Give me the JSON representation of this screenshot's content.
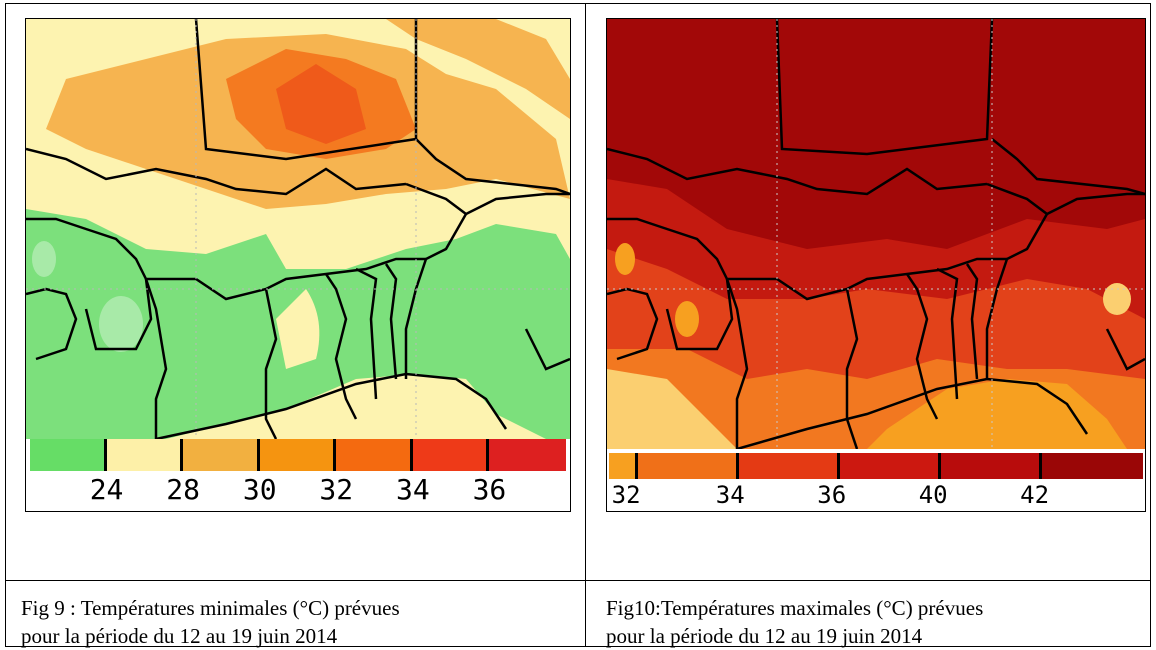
{
  "figures": [
    {
      "caption_line1": "Fig 9 : Températures minimales (°C)  prévues",
      "caption_line2": "pour la période du 12 au 19 juin 2014",
      "legend": {
        "colors": [
          "#66dd66",
          "#fdf0a8",
          "#f2b040",
          "#f59410",
          "#f46a10",
          "#ee3a18",
          "#dd2020"
        ],
        "labels": [
          "24",
          "28",
          "30",
          "32",
          "34",
          "36"
        ]
      },
      "palette": {
        "green": "#7ce07c",
        "light_green": "#a8eaa8",
        "cream": "#fdf3b0",
        "orange": "#f6b450",
        "dark_orange": "#f47a20",
        "red_orange": "#ef5a1a"
      }
    },
    {
      "caption_line1": "Fig10:Températures maximales (°C) prévues",
      "caption_line2": "pour la période du 12 au 19  juin 2014",
      "legend": {
        "colors": [
          "#f7a020",
          "#f07018",
          "#e43a14",
          "#cc1810",
          "#b80c0c",
          "#9a0606"
        ],
        "labels": [
          "32",
          "34",
          "36",
          "40",
          "42"
        ]
      },
      "palette": {
        "dark_red": "#a20808",
        "red": "#c41a10",
        "red_orange": "#e2421a",
        "orange": "#f27820",
        "yellow": "#fbcf70"
      }
    }
  ]
}
